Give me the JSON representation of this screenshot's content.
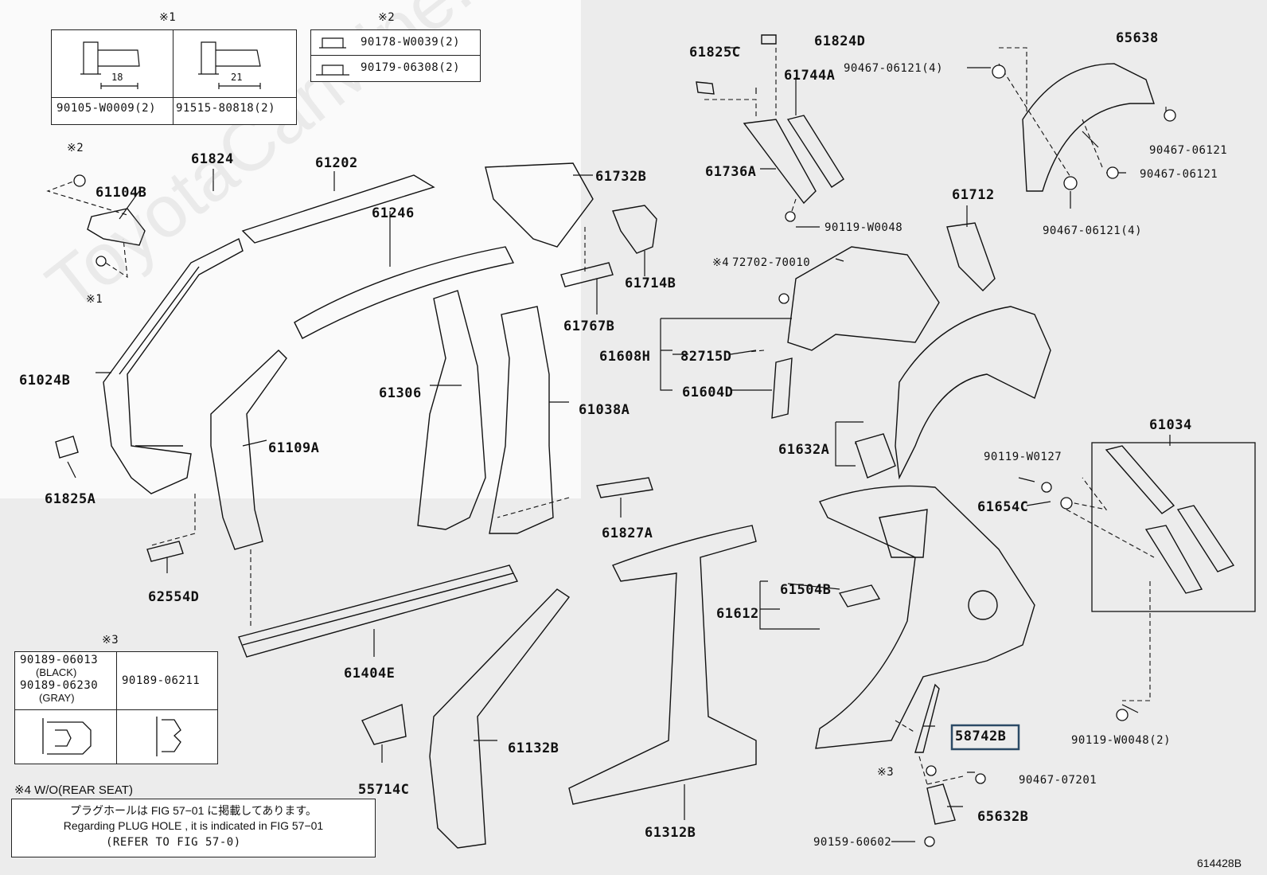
{
  "watermark": "ToyotaCarMine.ru",
  "marks": {
    "m1": "※1",
    "m2": "※2",
    "m3": "※3",
    "m4": "※4"
  },
  "box1": {
    "label_a": "90105-W0009(2)",
    "label_b": "91515-80818(2)",
    "dim_a": "18",
    "dim_b": "21"
  },
  "box2": {
    "row1": "90178-W0039(2)",
    "row2": "90179-06308(2)"
  },
  "box3": {
    "left_top": "90189-06013",
    "left_black": "(BLACK)",
    "left_mid": "90189-06230",
    "left_gray": "(GRAY)",
    "right": "90189-06211"
  },
  "note4": "※4 W/O(REAR SEAT)",
  "notebox": {
    "jp": "プラグホールは FIG 57−01 に掲載してあります。",
    "en": "Regarding  PLUG  HOLE , it is indicated in  FIG  57−01",
    "ref": "(REFER TO FIG 57-0)"
  },
  "figure_id": "614428B",
  "parts": {
    "p61104B": "61104B",
    "p61824": "61824",
    "p61202": "61202",
    "p61732B": "61732B",
    "p61246": "61246",
    "p61714B": "61714B",
    "p61767B": "61767B",
    "p61024B": "61024B",
    "p61825A": "61825A",
    "p61306": "61306",
    "p61038A": "61038A",
    "p61109A": "61109A",
    "p61827A": "61827A",
    "p62554D": "62554D",
    "p61404E": "61404E",
    "p61132B": "61132B",
    "p55714C": "55714C",
    "p61312B": "61312B",
    "p61825C": "61825C",
    "p61824D": "61824D",
    "p61744A": "61744A",
    "p61736A": "61736A",
    "p90119W0048": "90119-W0048",
    "p72702": "72702-70010",
    "p61608H": "61608H",
    "p82715D": "82715D",
    "p61604D": "61604D",
    "p61632A": "61632A",
    "p65638": "65638",
    "p90467a": "90467-06121(4)",
    "p90467b": "90467-06121",
    "p90467c": "90467-06121",
    "p90467d": "90467-06121(4)",
    "p61712": "61712",
    "p61034": "61034",
    "p90119W0127": "90119-W0127",
    "p61654C": "61654C",
    "p61504B": "61504B",
    "p61612": "61612",
    "p58742B": "58742B",
    "p90467_07201": "90467-07201",
    "p65632B": "65632B",
    "p90159": "90159-60602",
    "p90119W0048b": "90119-W0048(2)"
  }
}
